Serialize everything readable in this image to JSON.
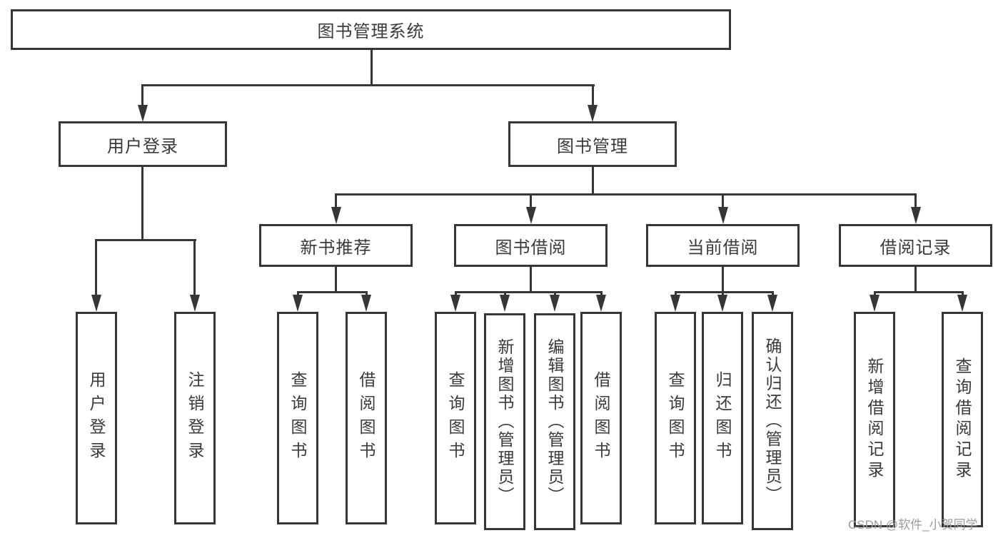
{
  "colors": {
    "background": "#ffffff",
    "line": "#363636",
    "box_border": "#363636",
    "text": "#3a3a3a",
    "watermark": "#9b9b9b"
  },
  "diagram": {
    "root": {
      "label": "图书管理系统"
    },
    "level2": [
      {
        "id": "user-login",
        "label": "用户登录"
      },
      {
        "id": "book-management",
        "label": "图书管理"
      }
    ],
    "level3": [
      {
        "id": "new-book-recommend",
        "label": "新书推荐"
      },
      {
        "id": "book-borrow",
        "label": "图书借阅"
      },
      {
        "id": "current-borrow",
        "label": "当前借阅"
      },
      {
        "id": "borrow-record",
        "label": "借阅记录"
      }
    ],
    "leaves": {
      "user_login": [
        {
          "label": "用户登录"
        },
        {
          "label": "注销登录"
        }
      ],
      "new_book_recommend": [
        {
          "label": "查询图书"
        },
        {
          "label": "借阅图书"
        }
      ],
      "book_borrow": [
        {
          "label": "查询图书"
        },
        {
          "label": "新增图书（管理员）"
        },
        {
          "label": "编辑图书（管理员）"
        },
        {
          "label": "借阅图书"
        }
      ],
      "current_borrow": [
        {
          "label": "查询图书"
        },
        {
          "label": "归还图书"
        },
        {
          "label": "确认归还（管理员）"
        }
      ],
      "borrow_record": [
        {
          "label": "新增借阅记录"
        },
        {
          "label": "查询借阅记录"
        }
      ]
    }
  },
  "watermark": {
    "text": "CSDN @软件_小贺同学"
  }
}
